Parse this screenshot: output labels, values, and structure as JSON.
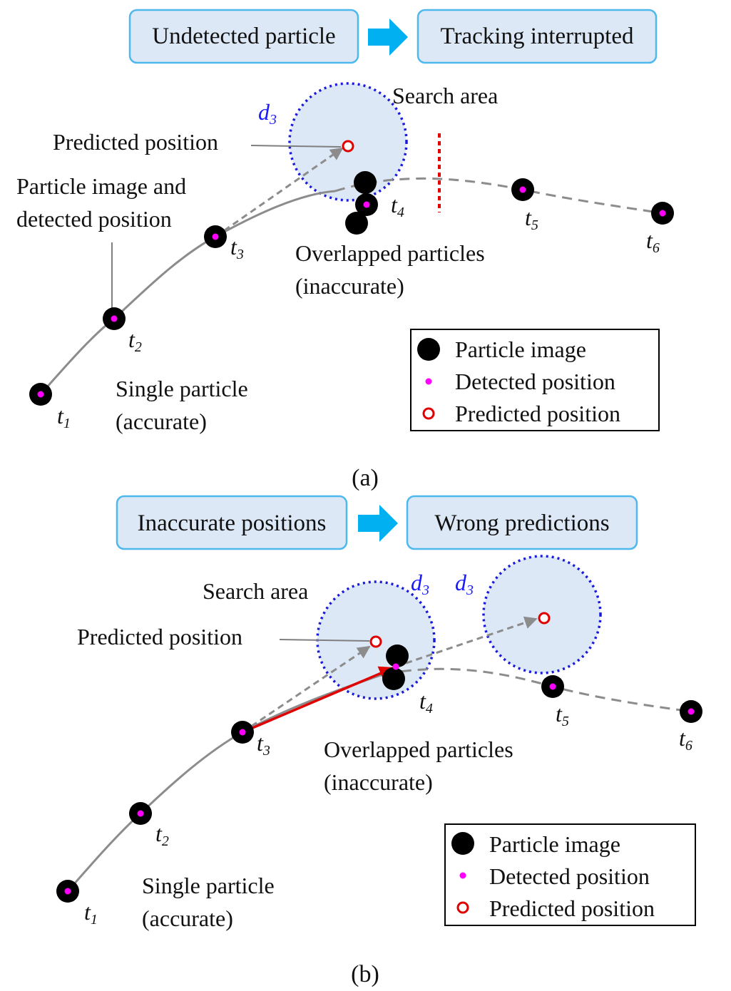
{
  "colors": {
    "box_fill": "#dce8f6",
    "box_stroke": "#4fb8ec",
    "flow_arrow": "#00b0f0",
    "search_fill": "#dce8f6",
    "search_stroke": "#1a1adb",
    "trajectory": "#8c8c8c",
    "particle": "#000000",
    "detected": "#ff00ff",
    "predicted": "#e00000",
    "interrupt": "#e00000",
    "wrong_vector": "#e00000"
  },
  "panel_a": {
    "flow_left": "Undetected particle",
    "flow_right": "Tracking interrupted",
    "search_area": "Search area",
    "radius_label": "d",
    "radius_sub": "3",
    "predicted_position": "Predicted position",
    "particle_image_label_1": "Particle image and",
    "particle_image_label_2": "detected position",
    "overlapped_1": "Overlapped particles",
    "overlapped_2": "(inaccurate)",
    "single_1": "Single particle",
    "single_2": "(accurate)",
    "t": "t",
    "subs": [
      "1",
      "2",
      "3",
      "4",
      "5",
      "6"
    ],
    "legend": {
      "particle_image": "Particle image",
      "detected_position": "Detected position",
      "predicted_position": "Predicted position"
    },
    "caption": "(a)"
  },
  "panel_b": {
    "flow_left": "Inaccurate positions",
    "flow_right": "Wrong predictions",
    "search_area": "Search area",
    "radius_label": "d",
    "radius_sub": "3",
    "predicted_position": "Predicted position",
    "overlapped_1": "Overlapped particles",
    "overlapped_2": "(inaccurate)",
    "single_1": "Single particle",
    "single_2": "(accurate)",
    "t": "t",
    "subs": [
      "1",
      "2",
      "3",
      "4",
      "5",
      "6"
    ],
    "legend": {
      "particle_image": "Particle image",
      "detected_position": "Detected position",
      "predicted_position": "Predicted position"
    },
    "caption": "(b)"
  }
}
